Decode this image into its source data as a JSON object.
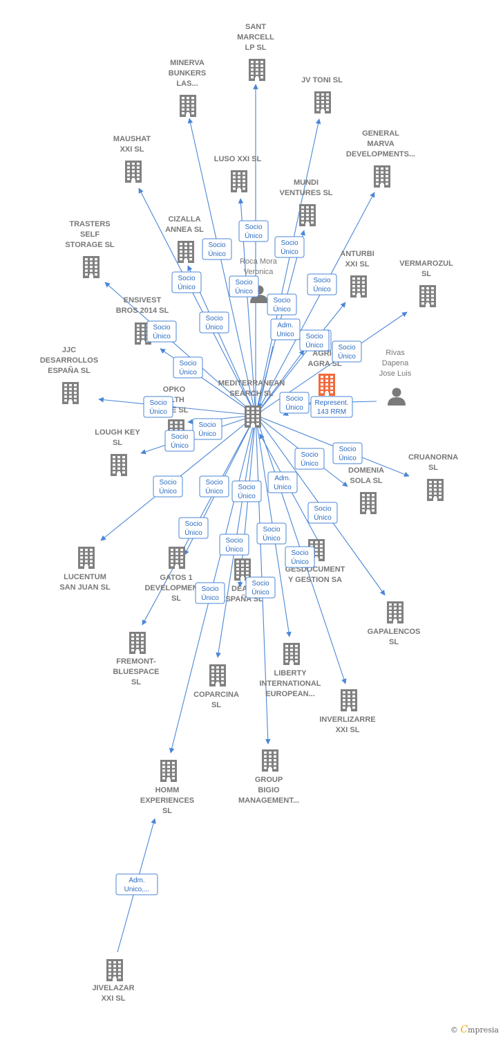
{
  "colors": {
    "line": "#4a86d6",
    "building": "#808080",
    "highlight": "#f26a3b",
    "person": "#7a7a7a",
    "label": "#777777"
  },
  "nodes": [
    {
      "id": "mediterranean",
      "kind": "company",
      "lines": [
        "MEDITERRANEAN",
        "SEARCH SL"
      ]
    },
    {
      "id": "agricagra",
      "kind": "company-highlight",
      "lines": [
        "AGRIC",
        "AGRA SL"
      ]
    },
    {
      "id": "sant",
      "kind": "company",
      "lines": [
        "SANT",
        "MARCELL",
        "LP SL"
      ]
    },
    {
      "id": "minerva",
      "kind": "company",
      "lines": [
        "MINERVA",
        "BUNKERS",
        "LAS..."
      ]
    },
    {
      "id": "jvtoni",
      "kind": "company",
      "lines": [
        "JV TONI SL"
      ]
    },
    {
      "id": "general",
      "kind": "company",
      "lines": [
        "GENERAL",
        "MARVA",
        "DEVELOPMENTS..."
      ]
    },
    {
      "id": "maushat",
      "kind": "company",
      "lines": [
        "MAUSHAT",
        "XXI SL"
      ]
    },
    {
      "id": "lusoxxi",
      "kind": "company",
      "lines": [
        "LUSO XXI SL"
      ]
    },
    {
      "id": "mundi",
      "kind": "company",
      "lines": [
        "MUNDI",
        "VENTURES SL"
      ]
    },
    {
      "id": "trasters",
      "kind": "company",
      "lines": [
        "TRASTERS",
        "SELF",
        "STORAGE SL"
      ]
    },
    {
      "id": "cizalla",
      "kind": "company",
      "lines": [
        "CIZALLA",
        "ANNEA SL"
      ]
    },
    {
      "id": "roca",
      "kind": "person",
      "lines": [
        "Roca Mora",
        "Veronica"
      ]
    },
    {
      "id": "anturbi",
      "kind": "company",
      "lines": [
        "ANTURBI",
        "XXI SL"
      ]
    },
    {
      "id": "vermarozul",
      "kind": "company",
      "lines": [
        "VERMAROZUL",
        "SL"
      ]
    },
    {
      "id": "ensivest",
      "kind": "company",
      "lines": [
        "ENSIVEST",
        "BROS 2014 SL"
      ]
    },
    {
      "id": "rivas",
      "kind": "person",
      "lines": [
        "Rivas",
        "Dapena",
        "Jose Luis"
      ]
    },
    {
      "id": "jjc",
      "kind": "company",
      "lines": [
        "JJC",
        "DESARROLLOS",
        "ESPAÑA SL"
      ]
    },
    {
      "id": "opko",
      "kind": "company",
      "lines": [
        "OPKO",
        "...LTH",
        "...PE SL"
      ]
    },
    {
      "id": "loughkey",
      "kind": "company",
      "lines": [
        "LOUGH KEY",
        "SL"
      ]
    },
    {
      "id": "cruanorna",
      "kind": "company",
      "lines": [
        "CRUANORNA",
        "SL"
      ]
    },
    {
      "id": "domenia",
      "kind": "company",
      "lines": [
        "DOMENIA",
        "SOLA SL"
      ]
    },
    {
      "id": "lucentum",
      "kind": "company",
      "lines": [
        "LUCENTUM",
        "SAN JUAN SL"
      ]
    },
    {
      "id": "gatos",
      "kind": "company",
      "lines": [
        "GATOS 1",
        "DEVELOPMENTS",
        "SL"
      ]
    },
    {
      "id": "dealespana",
      "kind": "company",
      "lines": [
        "DEAL",
        "ESPAÑA SL"
      ]
    },
    {
      "id": "gesdocument",
      "kind": "company",
      "lines": [
        "GESDOCUMENT",
        "Y GESTION SA"
      ]
    },
    {
      "id": "gapalencos",
      "kind": "company",
      "lines": [
        "GAPALENCOS",
        "SL"
      ]
    },
    {
      "id": "fremont",
      "kind": "company",
      "lines": [
        "FREMONT-",
        "BLUESPACE",
        "SL"
      ]
    },
    {
      "id": "coparcina",
      "kind": "company",
      "lines": [
        "COPARCINA",
        "SL"
      ]
    },
    {
      "id": "liberty",
      "kind": "company",
      "lines": [
        "LIBERTY",
        "INTERNATIONAL",
        "EUROPEAN..."
      ]
    },
    {
      "id": "inverlizarre",
      "kind": "company",
      "lines": [
        "INVERLIZARRE",
        "XXI SL"
      ]
    },
    {
      "id": "homm",
      "kind": "company",
      "lines": [
        "HOMM",
        "EXPERIENCES",
        "SL"
      ]
    },
    {
      "id": "group",
      "kind": "company",
      "lines": [
        "GROUP",
        "BIGIO",
        "MANAGEMENT..."
      ]
    },
    {
      "id": "jivelazar",
      "kind": "company",
      "lines": [
        "JIVELAZAR",
        "XXI SL"
      ]
    }
  ],
  "edges": [
    {
      "from": "mediterranean",
      "to": "sant",
      "label": [
        "Socio",
        "Único"
      ]
    },
    {
      "from": "mediterranean",
      "to": "minerva",
      "label": [
        "Socio",
        "Único"
      ]
    },
    {
      "from": "mediterranean",
      "to": "jvtoni",
      "label": [
        "Socio",
        "Único"
      ]
    },
    {
      "from": "mediterranean",
      "to": "general",
      "label": [
        "Socio",
        "Único"
      ]
    },
    {
      "from": "mediterranean",
      "to": "maushat",
      "label": [
        "Socio",
        "Único"
      ]
    },
    {
      "from": "mediterranean",
      "to": "lusoxxi",
      "label": [
        "Socio",
        "Único"
      ]
    },
    {
      "from": "mediterranean",
      "to": "mundi",
      "label": [
        "Socio",
        "Único"
      ]
    },
    {
      "from": "mediterranean",
      "to": "trasters",
      "label": [
        "Socio",
        "Único"
      ]
    },
    {
      "from": "mediterranean",
      "to": "cizalla",
      "label": [
        "Socio",
        "Único"
      ]
    },
    {
      "from": "mediterranean",
      "to": "anturbi",
      "label": [
        "Socio",
        "Único"
      ]
    },
    {
      "from": "mediterranean",
      "to": "vermarozul",
      "label": [
        "Socio",
        "Único"
      ]
    },
    {
      "from": "mediterranean",
      "to": "ensivest",
      "label": [
        "Socio",
        "Único"
      ]
    },
    {
      "from": "roca",
      "to": "mediterranean",
      "label": [
        "Adm.",
        "Unico"
      ]
    },
    {
      "from": "mediterranean",
      "to": "agricagra",
      "label": [
        "Socio",
        "Único"
      ]
    },
    {
      "from": "agricagra",
      "to": "mediterranean",
      "label": [
        "Socio",
        "Único"
      ]
    },
    {
      "from": "rivas",
      "to": "mediterranean",
      "label": [
        "Represent.",
        "143 RRM"
      ]
    },
    {
      "from": "mediterranean",
      "to": "jjc",
      "label": [
        "Socio",
        "Único"
      ]
    },
    {
      "from": "mediterranean",
      "to": "opko",
      "label": [
        "Socio",
        "Único"
      ]
    },
    {
      "from": "mediterranean",
      "to": "loughkey",
      "label": [
        "Socio",
        "Único"
      ]
    },
    {
      "from": "mediterranean",
      "to": "cruanorna",
      "label": [
        "Socio",
        "Único"
      ]
    },
    {
      "from": "mediterranean",
      "to": "domenia",
      "label": [
        "Socio",
        "Único"
      ]
    },
    {
      "from": "mediterranean",
      "to": "lucentum",
      "label": [
        "Socio",
        "Único"
      ]
    },
    {
      "from": "mediterranean",
      "to": "gatos",
      "label": [
        "Socio",
        "Único"
      ]
    },
    {
      "from": "mediterranean",
      "to": "dealespana",
      "label": [
        "Socio",
        "Único"
      ]
    },
    {
      "from": "gesdocument",
      "to": "mediterranean",
      "label": [
        "Adm.",
        "Unico"
      ]
    },
    {
      "from": "mediterranean",
      "to": "gapalencos",
      "label": [
        "Socio",
        "Único"
      ]
    },
    {
      "from": "mediterranean",
      "to": "fremont",
      "label": [
        "Socio",
        "Único"
      ]
    },
    {
      "from": "mediterranean",
      "to": "coparcina",
      "label": [
        "Socio",
        "Único"
      ]
    },
    {
      "from": "mediterranean",
      "to": "liberty",
      "label": [
        "Socio",
        "Único"
      ]
    },
    {
      "from": "mediterranean",
      "to": "inverlizarre",
      "label": [
        "Socio",
        "Único"
      ]
    },
    {
      "from": "mediterranean",
      "to": "homm",
      "label": [
        "Socio",
        "Único"
      ]
    },
    {
      "from": "mediterranean",
      "to": "group",
      "label": [
        "Socio",
        "Único"
      ]
    },
    {
      "from": "jivelazar",
      "to": "homm",
      "label": [
        "Adm.",
        "Unico,..."
      ]
    }
  ],
  "footer": {
    "copyright": "©",
    "brand_initial": "C",
    "brand_rest": "mpresia"
  }
}
